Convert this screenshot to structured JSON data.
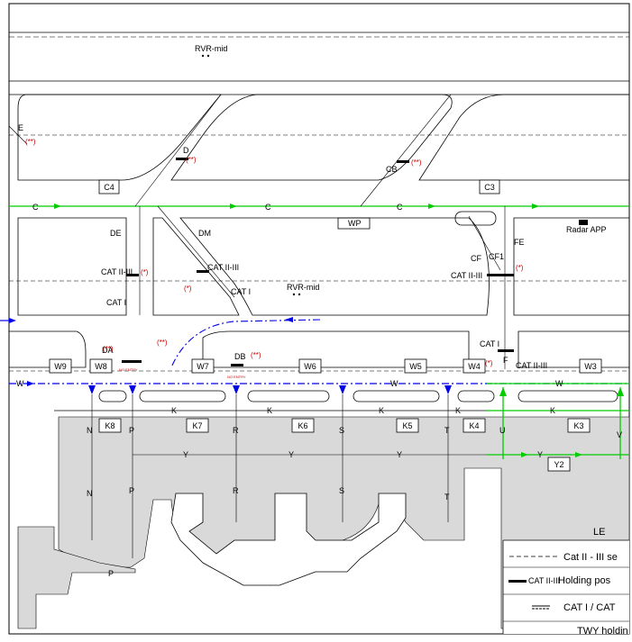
{
  "colors": {
    "route_green": "#00cc00",
    "route_blue": "#0000e6",
    "caution_red": "#d40000",
    "apron_gray": "#d9d9d9",
    "line_black": "#000000"
  },
  "rvr_labels": [
    "RVR-mid",
    "RVR-mid"
  ],
  "radar_label": "Radar APP",
  "wp_label": "WP",
  "taxiway_boxes": [
    "C4",
    "C3",
    "W9",
    "W8",
    "W7",
    "W6",
    "W5",
    "W4",
    "W3",
    "K8",
    "K7",
    "K6",
    "K5",
    "K4",
    "K3",
    "Y2"
  ],
  "taxi_letters": {
    "C": "C",
    "W": "W",
    "K": "K",
    "Y": "Y",
    "N": "N",
    "P": "P",
    "R": "R",
    "S": "S",
    "T": "T",
    "U": "U",
    "V": "V",
    "E": "E",
    "D": "D",
    "CB": "CB",
    "DE": "DE",
    "DM": "DM",
    "DA": "DA",
    "DB": "DB",
    "CF": "CF",
    "FE": "FE",
    "F": "F"
  },
  "annotations": {
    "cat_2_3": "CAT II-III",
    "cat_1": "CAT I",
    "cf1": "CF1",
    "no_entry": "NO ENTRY",
    "star": "(*)",
    "double_star": "(**)"
  },
  "legend": {
    "title": "LE",
    "rows": [
      {
        "symbol": "dashed-line",
        "text": "Cat II - III se"
      },
      {
        "symbol": "holding-bar",
        "symbol_text": "CAT II-III",
        "text": "Holding pos"
      },
      {
        "symbol": "double-bar",
        "text": "CAT I / CAT"
      },
      {
        "symbol": "none",
        "text": "TWY holdin"
      }
    ]
  }
}
